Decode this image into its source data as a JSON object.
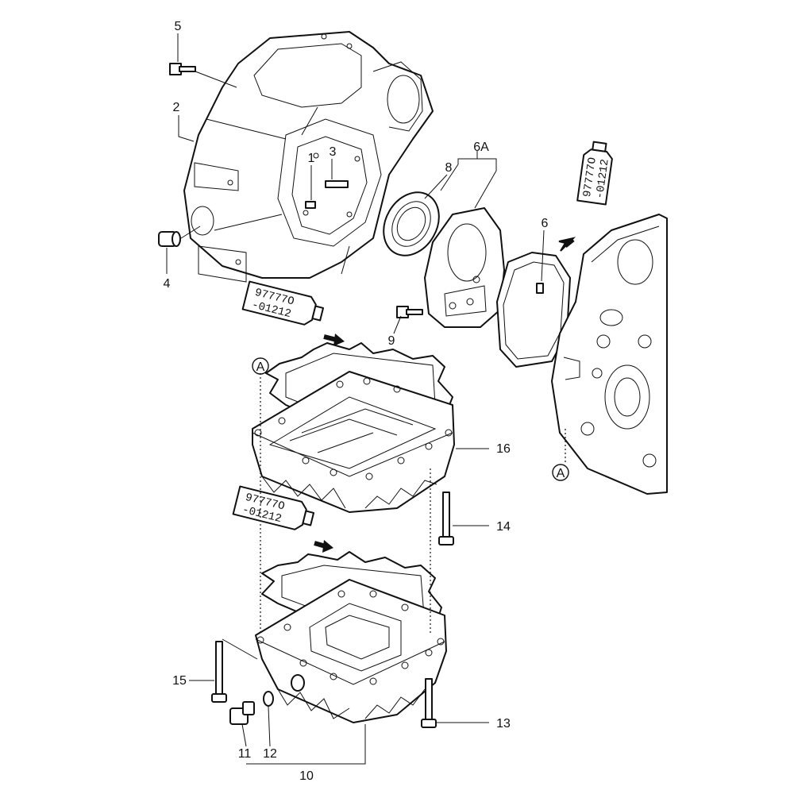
{
  "callouts": {
    "c1": "1",
    "c2": "2",
    "c3": "3",
    "c4": "4",
    "c5": "5",
    "c6": "6",
    "c6a": "6A",
    "c8": "8",
    "c9": "9",
    "c10": "10",
    "c11": "11",
    "c12": "12",
    "c13": "13",
    "c14": "14",
    "c15": "15",
    "c16": "16"
  },
  "reference_marks": {
    "a1": "A",
    "a2": "A"
  },
  "sealant_tubes": [
    {
      "line1": "97777O",
      "line2": "-01212"
    },
    {
      "line1": "97777O",
      "line2": "-01212"
    },
    {
      "line1": "97777O",
      "line2": "-01212"
    }
  ]
}
